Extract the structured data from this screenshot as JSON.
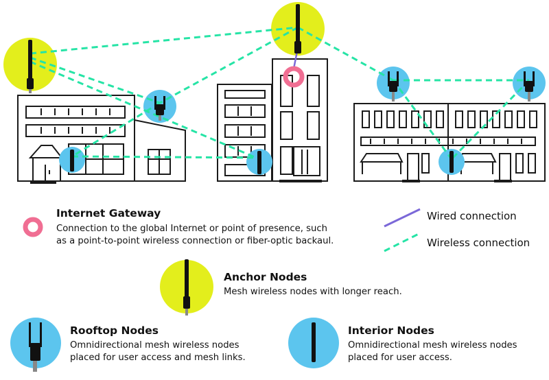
{
  "colors": {
    "anchor": "#e3ee1c",
    "node": "#5cc5ee",
    "gateway": "#f06e93",
    "wired": "#7b68d8",
    "wireless": "#26e4a6",
    "building": "#1a1a1a"
  },
  "icons": {
    "gateway": "pink-ring-icon",
    "anchor": "yellow-circle-antenna-icon",
    "rooftop": "blue-circle-dual-antenna-icon",
    "interior": "blue-circle-single-antenna-icon"
  },
  "legend": {
    "gateway": {
      "title": "Internet Gateway",
      "line1": "Connection to the global Internet or point of presence, such",
      "line2": "as a point-to-point wireless connection or fiber-optic backaul."
    },
    "wired": {
      "label": "Wired connection"
    },
    "wireless": {
      "label": "Wireless connection"
    },
    "anchor": {
      "title": "Anchor Nodes",
      "line1": "Mesh wireless nodes with longer reach."
    },
    "rooftop": {
      "title": "Rooftop Nodes",
      "line1": "Omnidirectional mesh wireless nodes",
      "line2": "placed for user access and mesh links."
    },
    "interior": {
      "title": "Interior Nodes",
      "line1": "Omnidirectional mesh wireless nodes",
      "line2": "placed for user access."
    }
  }
}
